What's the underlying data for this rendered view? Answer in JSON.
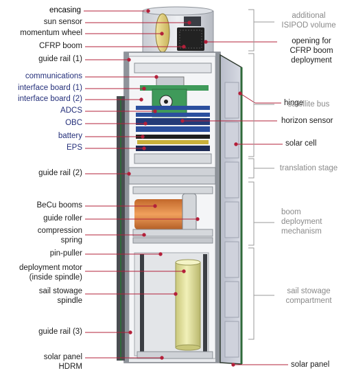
{
  "labels_left": [
    {
      "key": "encasing",
      "text": "encasing",
      "style": "dark"
    },
    {
      "key": "sun",
      "text": "sun sensor",
      "style": "dark"
    },
    {
      "key": "mw",
      "text": "momentum wheel",
      "style": "dark"
    },
    {
      "key": "cfrp",
      "text": "CFRP boom",
      "style": "dark"
    },
    {
      "key": "gr1",
      "text": "guide rail (1)",
      "style": "dark"
    },
    {
      "key": "comm",
      "text": "communications",
      "style": "blue"
    },
    {
      "key": "ib1",
      "text": "interface board (1)",
      "style": "blue"
    },
    {
      "key": "ib2",
      "text": "interface board (2)",
      "style": "blue"
    },
    {
      "key": "adcs",
      "text": "ADCS",
      "style": "blue"
    },
    {
      "key": "obc",
      "text": "OBC",
      "style": "blue"
    },
    {
      "key": "bat",
      "text": "battery",
      "style": "blue"
    },
    {
      "key": "eps",
      "text": "EPS",
      "style": "blue"
    },
    {
      "key": "gr2",
      "text": "guide rail (2)",
      "style": "dark"
    },
    {
      "key": "becu",
      "text": "BeCu booms",
      "style": "dark"
    },
    {
      "key": "roller",
      "text": "guide roller",
      "style": "dark"
    },
    {
      "key": "comp1",
      "text": "compression",
      "style": "dark"
    },
    {
      "key": "comp2",
      "text": "spring",
      "style": "dark"
    },
    {
      "key": "pin",
      "text": "pin-puller",
      "style": "dark"
    },
    {
      "key": "dm1",
      "text": "deployment motor",
      "style": "dark"
    },
    {
      "key": "dm2",
      "text": "(inside spindle)",
      "style": "dark"
    },
    {
      "key": "ss1",
      "text": "sail stowage",
      "style": "dark"
    },
    {
      "key": "ss2",
      "text": "spindle",
      "style": "dark"
    },
    {
      "key": "gr3",
      "text": "guide rail (3)",
      "style": "dark"
    },
    {
      "key": "sp1",
      "text": "solar panel",
      "style": "dark"
    },
    {
      "key": "sp2",
      "text": "HDRM",
      "style": "dark"
    }
  ],
  "labels_right": [
    {
      "key": "open1",
      "text": "opening for",
      "style": "dark"
    },
    {
      "key": "open2",
      "text": "CFRP boom",
      "style": "dark"
    },
    {
      "key": "open3",
      "text": "deployment",
      "style": "dark"
    },
    {
      "key": "hinge",
      "text": "hinge",
      "style": "dark"
    },
    {
      "key": "horiz",
      "text": "horizon sensor",
      "style": "dark"
    },
    {
      "key": "cell",
      "text": "solar cell",
      "style": "dark"
    },
    {
      "key": "panel",
      "text": "solar panel",
      "style": "dark"
    }
  ],
  "labels_sections": [
    {
      "key": "isi1",
      "text": "additional",
      "style": "grey"
    },
    {
      "key": "isi2",
      "text": "ISIPOD volume",
      "style": "grey"
    },
    {
      "key": "bus",
      "text": "satellite bus",
      "style": "grey"
    },
    {
      "key": "trans",
      "text": "translation stage",
      "style": "grey"
    },
    {
      "key": "boom1",
      "text": "boom",
      "style": "grey"
    },
    {
      "key": "boom2",
      "text": "deployment",
      "style": "grey"
    },
    {
      "key": "boom3",
      "text": "mechanism",
      "style": "grey"
    },
    {
      "key": "sail1",
      "text": "sail stowage",
      "style": "grey"
    },
    {
      "key": "sail2",
      "text": "compartment",
      "style": "grey"
    }
  ],
  "colors": {
    "leader": "#b3203a",
    "bracket": "#9a9a9a",
    "frame": "#9aa0a6",
    "panel": "#c9ccd6",
    "board_green": "#3f9a5a",
    "board_blue": "#2b4f9e",
    "spindle": "#e7e6a0",
    "booms": "#d9823a"
  }
}
